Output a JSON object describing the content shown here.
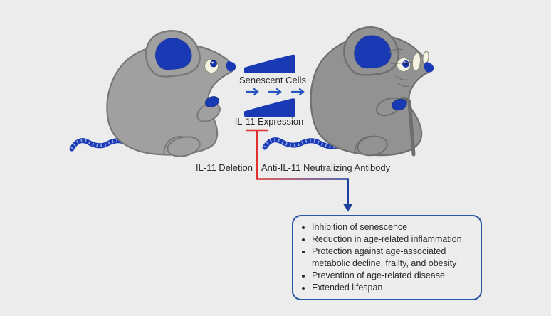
{
  "palette": {
    "background": "#ececec",
    "brand_blue": "#1a3ab5",
    "arrow_blue": "#2553c0",
    "inhibition_red": "#e13030",
    "outcome_navy": "#1f419e",
    "box_border_navy": "#2b56a3",
    "mouse_gray_young": "#a0a0a0",
    "mouse_gray_aged": "#929292",
    "text_color": "#2b2b2b"
  },
  "center_panel": {
    "senescent_label": "Senescent Cells",
    "il11_label": "IL-11 Expression",
    "senescent_trend_icon": "increase-wedge-icon",
    "il11_trend_icon": "increase-wedge-icon",
    "progression_icon": "right-arrows-icon"
  },
  "interventions": {
    "deletion_label": "IL-11 Deletion",
    "antibody_label": "Anti-IL-11 Neutralizing Antibody",
    "inhibition_icon": "t-bar-inhibition-icon",
    "outcome_arrow_icon": "down-arrow-icon"
  },
  "outcomes": {
    "items": [
      "Inhibition of senescence",
      "Reduction in age-related inflammation",
      "Protection against age-associated metabolic decline, frailty, and obesity",
      "Prevention of age-related disease",
      "Extended lifespan"
    ]
  },
  "illustrations": {
    "young_mouse": "young-mouse",
    "aged_mouse": "aged-mouse-with-glasses-and-cane"
  }
}
